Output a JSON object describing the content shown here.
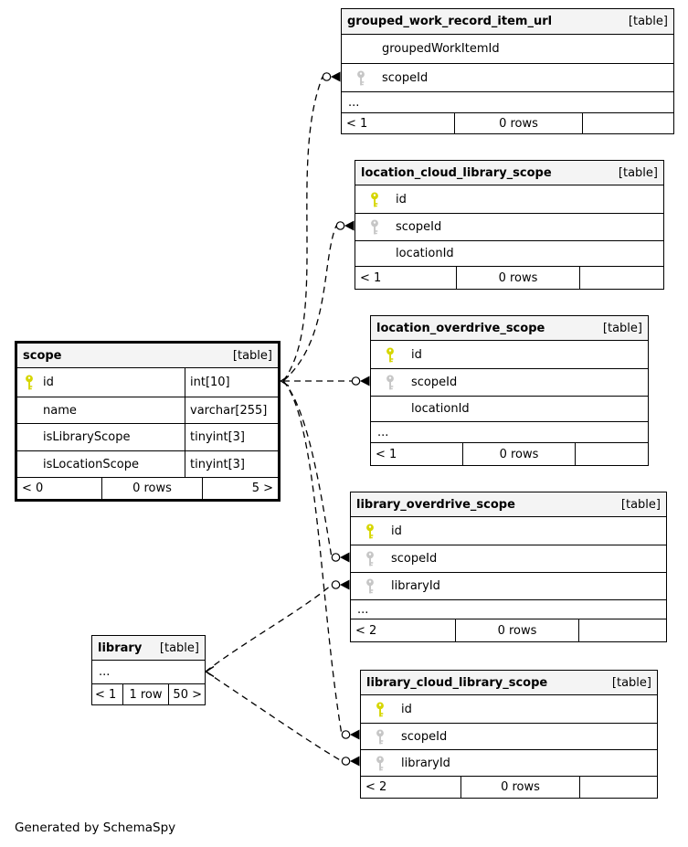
{
  "page": {
    "footer_note": "Generated by SchemaSpy"
  },
  "colors": {
    "header_bg": "#f4f4f4",
    "pk_key": "#d6d600",
    "fk_key": "#c6c6c6",
    "line": "#000000",
    "bg": "#ffffff"
  },
  "tables": [
    {
      "name": "grouped_work_record_item_url",
      "tag": "[table]",
      "columns": [
        {
          "name": "groupedWorkItemId",
          "key": "none"
        },
        {
          "name": "scopeId",
          "key": "fk"
        }
      ],
      "ellipsis": "...",
      "stats": {
        "parents": "< 1",
        "rows": "0 rows",
        "children": ""
      }
    },
    {
      "name": "location_cloud_library_scope",
      "tag": "[table]",
      "columns": [
        {
          "name": "id",
          "key": "pk"
        },
        {
          "name": "scopeId",
          "key": "fk"
        },
        {
          "name": "locationId",
          "key": "none"
        }
      ],
      "stats": {
        "parents": "< 1",
        "rows": "0 rows",
        "children": ""
      }
    },
    {
      "name": "location_overdrive_scope",
      "tag": "[table]",
      "columns": [
        {
          "name": "id",
          "key": "pk"
        },
        {
          "name": "scopeId",
          "key": "fk"
        },
        {
          "name": "locationId",
          "key": "none"
        }
      ],
      "ellipsis": "...",
      "stats": {
        "parents": "< 1",
        "rows": "0 rows",
        "children": ""
      }
    },
    {
      "name": "scope",
      "tag": "[table]",
      "columns": [
        {
          "name": "id",
          "type": "int[10]",
          "key": "pk"
        },
        {
          "name": "name",
          "type": "varchar[255]",
          "key": "none"
        },
        {
          "name": "isLibraryScope",
          "type": "tinyint[3]",
          "key": "none"
        },
        {
          "name": "isLocationScope",
          "type": "tinyint[3]",
          "key": "none"
        }
      ],
      "stats": {
        "parents": "< 0",
        "rows": "0 rows",
        "children": "5 >"
      }
    },
    {
      "name": "library_overdrive_scope",
      "tag": "[table]",
      "columns": [
        {
          "name": "id",
          "key": "pk"
        },
        {
          "name": "scopeId",
          "key": "fk"
        },
        {
          "name": "libraryId",
          "key": "fk"
        }
      ],
      "ellipsis": "...",
      "stats": {
        "parents": "< 2",
        "rows": "0 rows",
        "children": ""
      }
    },
    {
      "name": "library",
      "tag": "[table]",
      "columns": [],
      "ellipsis": "...",
      "stats": {
        "parents": "< 1",
        "rows": "1 row",
        "children": "50 >"
      }
    },
    {
      "name": "library_cloud_library_scope",
      "tag": "[table]",
      "columns": [
        {
          "name": "id",
          "key": "pk"
        },
        {
          "name": "scopeId",
          "key": "fk"
        },
        {
          "name": "libraryId",
          "key": "fk"
        }
      ],
      "stats": {
        "parents": "< 2",
        "rows": "0 rows",
        "children": ""
      }
    }
  ],
  "relationships": [
    {
      "from": "scope.id",
      "to": "grouped_work_record_item_url.scopeId"
    },
    {
      "from": "scope.id",
      "to": "location_cloud_library_scope.scopeId"
    },
    {
      "from": "scope.id",
      "to": "location_overdrive_scope.scopeId"
    },
    {
      "from": "scope.id",
      "to": "library_overdrive_scope.scopeId"
    },
    {
      "from": "scope.id",
      "to": "library_cloud_library_scope.scopeId"
    },
    {
      "from": "library.libraryId",
      "to": "library_overdrive_scope.libraryId"
    },
    {
      "from": "library.libraryId",
      "to": "library_cloud_library_scope.libraryId"
    }
  ]
}
